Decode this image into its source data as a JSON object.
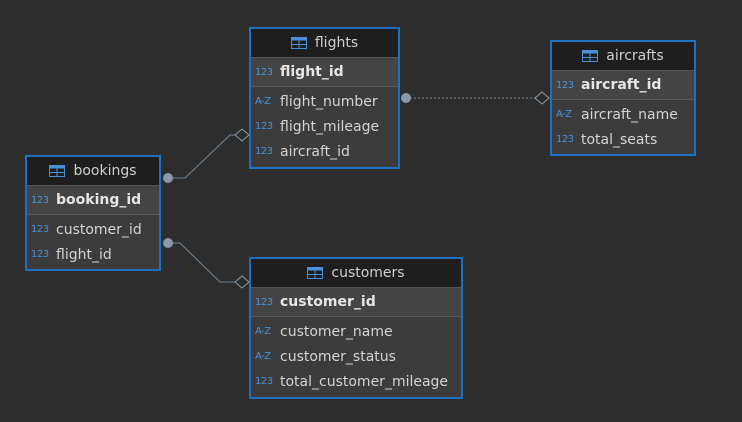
{
  "entities": {
    "flights": {
      "title": "flights",
      "pk": {
        "type_label": "123",
        "name": "flight_id"
      },
      "columns": [
        {
          "type_label": "A-Z",
          "name": "flight_number"
        },
        {
          "type_label": "123",
          "name": "flight_mileage"
        },
        {
          "type_label": "123",
          "name": "aircraft_id"
        }
      ]
    },
    "aircrafts": {
      "title": "aircrafts",
      "pk": {
        "type_label": "123",
        "name": "aircraft_id"
      },
      "columns": [
        {
          "type_label": "A-Z",
          "name": "aircraft_name"
        },
        {
          "type_label": "123",
          "name": "total_seats"
        }
      ]
    },
    "bookings": {
      "title": "bookings",
      "pk": {
        "type_label": "123",
        "name": "booking_id"
      },
      "columns": [
        {
          "type_label": "123",
          "name": "customer_id"
        },
        {
          "type_label": "123",
          "name": "flight_id"
        }
      ]
    },
    "customers": {
      "title": "customers",
      "pk": {
        "type_label": "123",
        "name": "customer_id"
      },
      "columns": [
        {
          "type_label": "A-Z",
          "name": "customer_name"
        },
        {
          "type_label": "A-Z",
          "name": "customer_status"
        },
        {
          "type_label": "123",
          "name": "total_customer_mileage"
        }
      ]
    }
  },
  "colors": {
    "background": "#2d2d2d",
    "border": "#1f6fc2",
    "type_icon": "#4a90d9",
    "connector": "#8a9aa8"
  }
}
